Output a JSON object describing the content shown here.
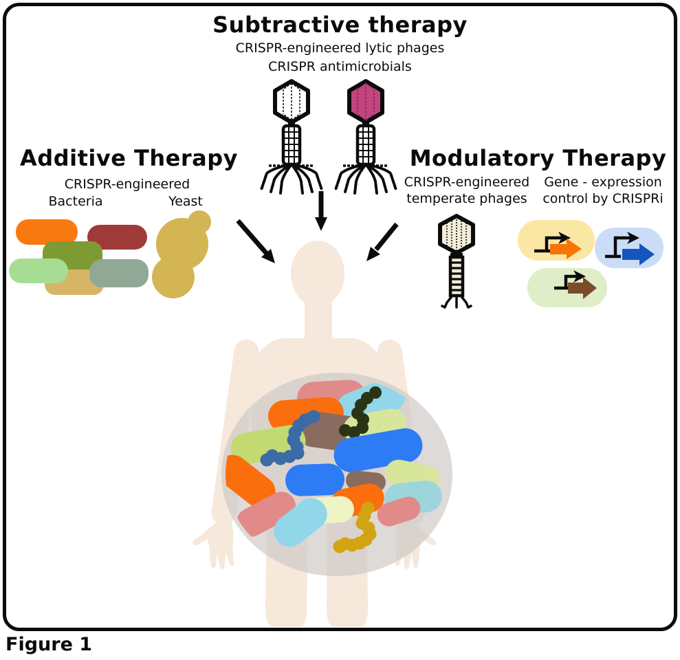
{
  "figure_label": "Figure 1",
  "sections": {
    "subtractive": {
      "title": "Subtractive therapy",
      "line1": "CRISPR-engineered lytic phages",
      "line2": "CRISPR antimicrobials"
    },
    "additive": {
      "title": "Additive Therapy",
      "subtitle": "CRISPR-engineered",
      "bacteria_label": "Bacteria",
      "yeast_label": "Yeast"
    },
    "modulatory": {
      "title": "Modulatory Therapy",
      "phage_line1": "CRISPR-engineered",
      "phage_line2": "temperate phages",
      "crispri_line1": "Gene - expression",
      "crispri_line2": "control by CRISPRi"
    }
  },
  "icons": {
    "lytic_phage_white": "lytic-phage-outline-icon",
    "lytic_phage_magenta": "lytic-phage-magenta-icon",
    "temperate_phage": "temperate-phage-icon",
    "bacteria_cluster": "bacteria-cluster-icon",
    "yeast": "budding-yeast-icon",
    "gene_cells": "crispri-gene-expression-cells-icon",
    "human": "human-silhouette",
    "gut_microbiome": "gut-microbiome-icon",
    "arrows": "therapy-arrows"
  },
  "colors": {
    "outline": "#0b0b0b",
    "phage_magenta": "#C2457F",
    "phage_cream": "#F1ECDA",
    "bacteria_orange": "#F8790F",
    "bacteria_dark_red": "#A03A38",
    "bacteria_olive": "#7E9B33",
    "bacteria_light_green": "#A6DD92",
    "bacteria_tan": "#D7B567",
    "bacteria_gray_green": "#91A896",
    "yeast_gold": "#D3B554",
    "cell_yellow": "#FBE7A4",
    "cell_blue": "#CBDDF6",
    "cell_green": "#DFEEC7",
    "arrow_orange": "#F97306",
    "arrow_blue": "#1455BE",
    "arrow_brown": "#7B4C28",
    "body": "#F6E8DB",
    "microbiome_bg": "#CFCBC7",
    "pill_salmon": "#E18A8A",
    "pill_orange": "#FA6E0D",
    "pill_cyan": "#92D6E9",
    "pill_yellow_green": "#C3DA73",
    "pill_pale_yellow": "#EEF4C4",
    "pill_brown": "#8A6B5F",
    "pill_blue": "#2E7BF6",
    "pill_teal": "#9ED4DC",
    "pill_pale_green": "#D8E69C",
    "chain_dark_olive": "#2A3414",
    "chain_steel_blue": "#3A6BA6",
    "chain_gold": "#D2A413"
  }
}
